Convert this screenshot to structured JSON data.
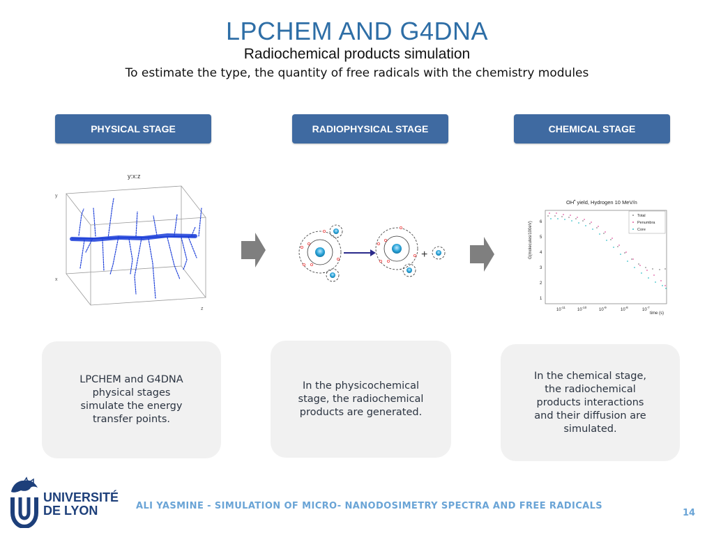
{
  "header": {
    "title": "LPCHEM AND G4DNA",
    "subtitle": "Radiochemical products simulation",
    "description": "To estimate the type, the quantity of free radicals with the chemistry modules"
  },
  "stages": [
    {
      "label": "PHYSICAL STAGE"
    },
    {
      "label": "RADIOPHYSICAL STAGE"
    },
    {
      "label": "CHEMICAL STAGE"
    }
  ],
  "figures": {
    "track_plot": {
      "title": "y:x:z",
      "y_axis_label": "y",
      "x_axis_label": "x",
      "z_axis_label": "z"
    },
    "reaction": {
      "plus": "+"
    },
    "yield_plot": {
      "title": "OH yield, Hydrogen 10 MeV/n",
      "title_species": "OH",
      "title_superscript": "•",
      "title_rest": " yield, Hydrogen 10 MeV/n",
      "ylabel": "G(molecules/100eV)",
      "xlabel": "time (s)",
      "yticks": [
        "1",
        "2",
        "3",
        "4",
        "5",
        "6"
      ],
      "xticks": [
        "10",
        "10",
        "10",
        "10",
        "10"
      ],
      "xtick_exponents": [
        "-11",
        "-10",
        "-9",
        "-8",
        "-7"
      ],
      "legend": [
        "Total",
        "Penumbra",
        "Core"
      ],
      "colors": {
        "total": "#888888",
        "penumbra": "#e05aa0",
        "core": "#35c0c8"
      }
    }
  },
  "cards": [
    {
      "lines": [
        "LPCHEM and G4DNA",
        "physical stages",
        "simulate the energy",
        "transfer points."
      ]
    },
    {
      "lines": [
        "In the physicochemical",
        "stage, the radiochemical",
        "products are generated."
      ]
    },
    {
      "lines": [
        "In the chemical stage,",
        "the radiochemical",
        "products interactions",
        "and their diffusion are",
        "simulated."
      ]
    }
  ],
  "footer": {
    "text": "ALI YASMINE - SIMULATION OF MICRO- NANODOSIMETRY SPECTRA AND FREE RADICALS",
    "page_number": "14",
    "logo_line1": "UNIVERSITÉ",
    "logo_line2": "DE LYON"
  },
  "colors": {
    "accent": "#2e6ea6",
    "button": "#3f6aa1",
    "card_bg": "#f1f1f1",
    "footer": "#6aa4d6",
    "logo": "#1d3f7a",
    "track": "#1a3dd8",
    "arrow": "#7f7f7f"
  }
}
